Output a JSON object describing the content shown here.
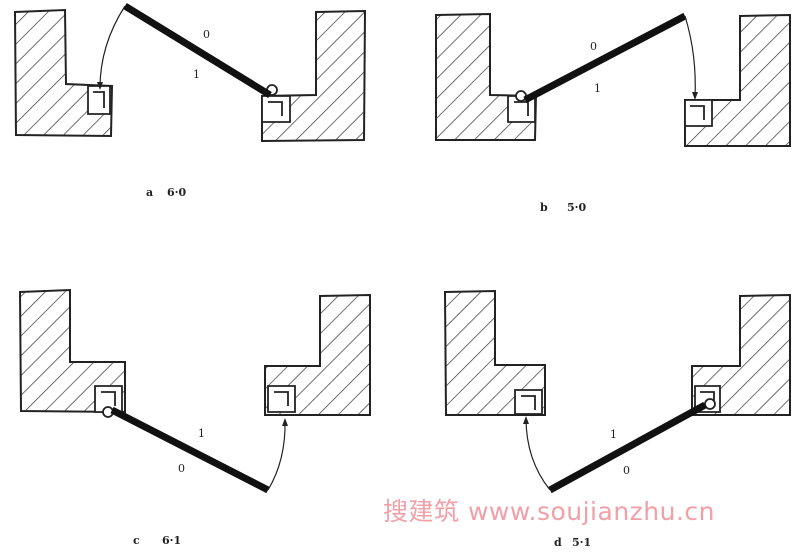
{
  "figure": {
    "panels": [
      {
        "id": "a",
        "caption_letter": "a",
        "caption_code": "6·0",
        "leaf_label_top": "0",
        "leaf_label_bottom": "1"
      },
      {
        "id": "b",
        "caption_letter": "b",
        "caption_code": "5·0",
        "leaf_label_top": "0",
        "leaf_label_bottom": "1"
      },
      {
        "id": "c",
        "caption_letter": "c",
        "caption_code": "6·1",
        "leaf_label_top": "1",
        "leaf_label_bottom": "0"
      },
      {
        "id": "d",
        "caption_letter": "d",
        "caption_code": "5·1",
        "leaf_label_top": "1",
        "leaf_label_bottom": "0"
      }
    ]
  },
  "watermark": "搜建筑 www.soujianzhu.cn"
}
